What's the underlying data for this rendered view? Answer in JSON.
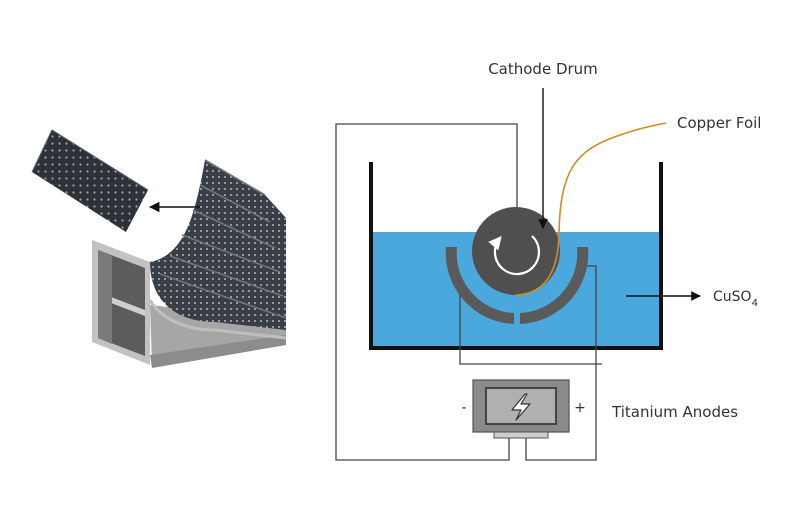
{
  "labels": {
    "cathode_drum": "Cathode Drum",
    "copper_foil": "Copper Foil",
    "electrolyte_base": "CuSO",
    "electrolyte_subscript": "4",
    "titanium_anodes": "Titanium Anodes",
    "minus_sign": "-",
    "plus_sign": "+"
  },
  "colors": {
    "electrolyte": "#4aa8dd",
    "drum": "#4f4f4f",
    "anode": "#5a5a5a",
    "copper_foil": "#d08a2a",
    "wire": "#444444",
    "battery_body": "#8a8a8a",
    "battery_face": "#b0b0b0",
    "background": "#ffffff"
  },
  "icons": {
    "rotation": "rotation-arrow-icon",
    "power": "lightning-bolt-icon"
  }
}
